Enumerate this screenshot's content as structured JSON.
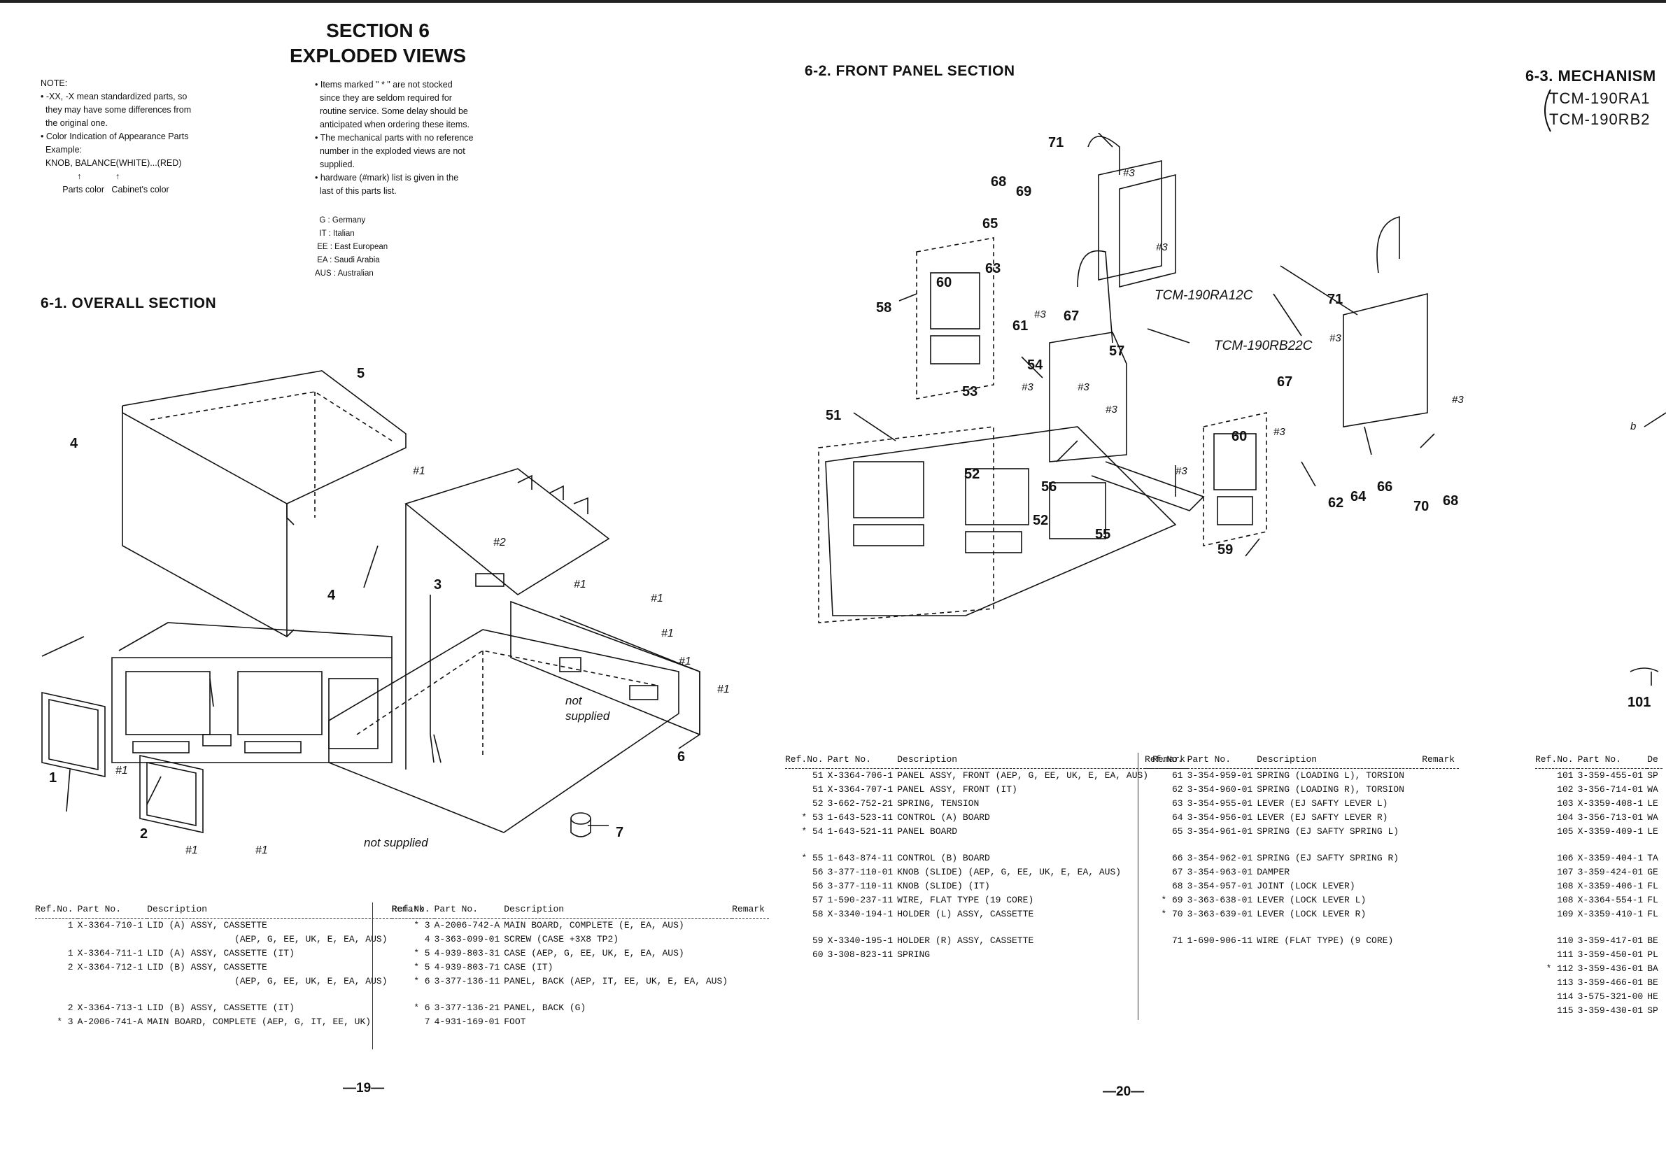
{
  "section": {
    "line1": "SECTION 6",
    "line2": "EXPLODED VIEWS"
  },
  "notes_left": [
    "NOTE:",
    "• -XX, -X mean standardized parts, so",
    "  they may have some differences from",
    "  the original one.",
    "• Color Indication of Appearance Parts",
    "  Example:",
    "  KNOB, BALANCE(WHITE)...(RED)",
    "               ↑              ↑",
    "         Parts color   Cabinet's color"
  ],
  "notes_right": [
    "• Items marked \" * \" are not stocked",
    "  since they are seldom required for",
    "  routine service. Some delay should be",
    "  anticipated when ordering these items.",
    "• The mechanical parts with no reference",
    "  number in the exploded views are not",
    "  supplied.",
    "• hardware (#mark) list is given in the",
    "  last of this parts list."
  ],
  "regions": [
    "  G : Germany",
    "  IT : Italian",
    " EE : East European",
    " EA : Saudi Arabia",
    "AUS : Australian"
  ],
  "headings": {
    "overall": "6-1. OVERALL SECTION",
    "front": "6-2. FRONT PANEL SECTION",
    "mech": "6-3. MECHANISM",
    "mech_model1": "TCM-190RA1",
    "mech_model2": "TCM-190RB2"
  },
  "diagram1_labels": {
    "c1": "1",
    "c2": "2",
    "c3": "3",
    "c4a": "4",
    "c4b": "4",
    "c5": "5",
    "c6": "6",
    "c7": "7",
    "h1": "#1",
    "h2": "#2",
    "not_supplied1": "not\nsupplied",
    "not_supplied2": "not supplied"
  },
  "diagram2_labels": {
    "model_a": "TCM-190RA12C",
    "model_b": "TCM-190RB22C",
    "h3": "#3"
  },
  "diagram3_labels": {
    "b": "b",
    "n101": "101"
  },
  "table_headers": {
    "ref": "Ref.No.",
    "part": "Part No.",
    "desc": "Description",
    "remark": "Remark"
  },
  "table1": [
    {
      "ref": "1",
      "part": "X-3364-710-1",
      "desc": "LID (A) ASSY, CASSETTE\n                (AEP, G, EE, UK, E, EA, AUS)"
    },
    {
      "ref": "1",
      "part": "X-3364-711-1",
      "desc": "LID (A) ASSY, CASSETTE (IT)"
    },
    {
      "ref": "2",
      "part": "X-3364-712-1",
      "desc": "LID (B) ASSY, CASSETTE\n                (AEP, G, EE, UK, E, EA, AUS)"
    },
    {
      "ref": "",
      "part": "",
      "desc": ""
    },
    {
      "ref": "2",
      "part": "X-3364-713-1",
      "desc": "LID (B) ASSY, CASSETTE (IT)"
    },
    {
      "ref": "* 3",
      "part": "A-2006-741-A",
      "desc": "MAIN BOARD, COMPLETE (AEP, G, IT, EE, UK)"
    }
  ],
  "table2": [
    {
      "ref": "* 3",
      "part": "A-2006-742-A",
      "desc": "MAIN BOARD, COMPLETE (E, EA, AUS)"
    },
    {
      "ref": "4",
      "part": "3-363-099-01",
      "desc": "SCREW (CASE +3X8 TP2)"
    },
    {
      "ref": "* 5",
      "part": "4-939-803-31",
      "desc": "CASE (AEP, G, EE, UK, E, EA, AUS)"
    },
    {
      "ref": "* 5",
      "part": "4-939-803-71",
      "desc": "CASE (IT)"
    },
    {
      "ref": "* 6",
      "part": "3-377-136-11",
      "desc": "PANEL, BACK (AEP, IT, EE, UK, E, EA, AUS)"
    },
    {
      "ref": "",
      "part": "",
      "desc": ""
    },
    {
      "ref": "* 6",
      "part": "3-377-136-21",
      "desc": "PANEL, BACK (G)"
    },
    {
      "ref": "7",
      "part": "4-931-169-01",
      "desc": "FOOT"
    }
  ],
  "table3": [
    {
      "ref": "51",
      "part": "X-3364-706-1",
      "desc": "PANEL ASSY, FRONT (AEP, G, EE, UK, E, EA, AUS)"
    },
    {
      "ref": "51",
      "part": "X-3364-707-1",
      "desc": "PANEL ASSY, FRONT (IT)"
    },
    {
      "ref": "52",
      "part": "3-662-752-21",
      "desc": "SPRING, TENSION"
    },
    {
      "ref": "* 53",
      "part": "1-643-523-11",
      "desc": "CONTROL (A) BOARD"
    },
    {
      "ref": "* 54",
      "part": "1-643-521-11",
      "desc": "PANEL BOARD"
    },
    {
      "ref": "",
      "part": "",
      "desc": ""
    },
    {
      "ref": "* 55",
      "part": "1-643-874-11",
      "desc": "CONTROL (B) BOARD"
    },
    {
      "ref": "56",
      "part": "3-377-110-01",
      "desc": "KNOB (SLIDE) (AEP, G, EE, UK, E, EA, AUS)"
    },
    {
      "ref": "56",
      "part": "3-377-110-11",
      "desc": "KNOB (SLIDE) (IT)"
    },
    {
      "ref": "57",
      "part": "1-590-237-11",
      "desc": "WIRE, FLAT TYPE (19 CORE)"
    },
    {
      "ref": "58",
      "part": "X-3340-194-1",
      "desc": "HOLDER (L) ASSY, CASSETTE"
    },
    {
      "ref": "",
      "part": "",
      "desc": ""
    },
    {
      "ref": "59",
      "part": "X-3340-195-1",
      "desc": "HOLDER (R) ASSY, CASSETTE"
    },
    {
      "ref": "60",
      "part": "3-308-823-11",
      "desc": "SPRING"
    }
  ],
  "table4": [
    {
      "ref": "61",
      "part": "3-354-959-01",
      "desc": "SPRING (LOADING L), TORSION"
    },
    {
      "ref": "62",
      "part": "3-354-960-01",
      "desc": "SPRING (LOADING R), TORSION"
    },
    {
      "ref": "63",
      "part": "3-354-955-01",
      "desc": "LEVER (EJ SAFTY LEVER L)"
    },
    {
      "ref": "64",
      "part": "3-354-956-01",
      "desc": "LEVER (EJ SAFTY LEVER R)"
    },
    {
      "ref": "65",
      "part": "3-354-961-01",
      "desc": "SPRING (EJ SAFTY SPRING L)"
    },
    {
      "ref": "",
      "part": "",
      "desc": ""
    },
    {
      "ref": "66",
      "part": "3-354-962-01",
      "desc": "SPRING (EJ SAFTY SPRING R)"
    },
    {
      "ref": "67",
      "part": "3-354-963-01",
      "desc": "DAMPER"
    },
    {
      "ref": "68",
      "part": "3-354-957-01",
      "desc": "JOINT (LOCK LEVER)"
    },
    {
      "ref": "* 69",
      "part": "3-363-638-01",
      "desc": "LEVER (LOCK LEVER L)"
    },
    {
      "ref": "* 70",
      "part": "3-363-639-01",
      "desc": "LEVER (LOCK LEVER R)"
    },
    {
      "ref": "",
      "part": "",
      "desc": ""
    },
    {
      "ref": "71",
      "part": "1-690-906-11",
      "desc": "WIRE (FLAT TYPE) (9 CORE)"
    }
  ],
  "table5_headers": {
    "ref": "Ref.No.",
    "part": "Part No.",
    "desc": "De"
  },
  "table5": [
    {
      "ref": "101",
      "part": "3-359-455-01",
      "desc": "SP"
    },
    {
      "ref": "102",
      "part": "3-356-714-01",
      "desc": "WA"
    },
    {
      "ref": "103",
      "part": "X-3359-408-1",
      "desc": "LE"
    },
    {
      "ref": "104",
      "part": "3-356-713-01",
      "desc": "WA"
    },
    {
      "ref": "105",
      "part": "X-3359-409-1",
      "desc": "LE"
    },
    {
      "ref": "",
      "part": "",
      "desc": ""
    },
    {
      "ref": "106",
      "part": "X-3359-404-1",
      "desc": "TA"
    },
    {
      "ref": "107",
      "part": "3-359-424-01",
      "desc": "GE"
    },
    {
      "ref": "108",
      "part": "X-3359-406-1",
      "desc": "FL"
    },
    {
      "ref": "108",
      "part": "X-3364-554-1",
      "desc": "FL"
    },
    {
      "ref": "109",
      "part": "X-3359-410-1",
      "desc": "FL"
    },
    {
      "ref": "",
      "part": "",
      "desc": ""
    },
    {
      "ref": "110",
      "part": "3-359-417-01",
      "desc": "BE"
    },
    {
      "ref": "111",
      "part": "3-359-450-01",
      "desc": "PL"
    },
    {
      "ref": "* 112",
      "part": "3-359-436-01",
      "desc": "BA"
    },
    {
      "ref": "113",
      "part": "3-359-466-01",
      "desc": "BE"
    },
    {
      "ref": "114",
      "part": "3-575-321-00",
      "desc": "HE"
    },
    {
      "ref": "115",
      "part": "3-359-430-01",
      "desc": "SP"
    }
  ],
  "page_numbers": {
    "p19": "—19—",
    "p20": "—20—"
  }
}
